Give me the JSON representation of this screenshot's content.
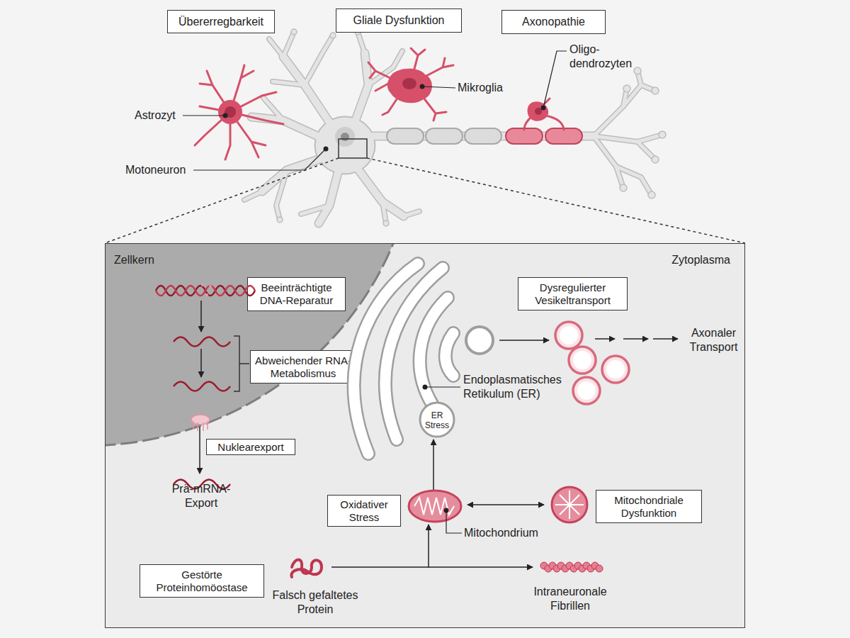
{
  "diagram": {
    "nodes": [
      {
        "text": [
          "Übererregbarkeit"
        ]
      },
      {
        "text": [
          "Gliale Dysfunktion"
        ]
      },
      {
        "text": [
          "Axonopathie"
        ]
      },
      {
        "text": [
          "Zytoplasma"
        ]
      },
      {
        "text": [
          "Zellkern"
        ],
        "in": 3
      },
      {
        "text": [
          "Beeinträchtigte DNA-Reparatur"
        ],
        "in": 4
      },
      {
        "text": [
          "Abweichender RNA- Metabolismus"
        ],
        "in": 4
      },
      {
        "text": [
          "Nuklearexport"
        ],
        "in": 3
      },
      {
        "text": [
          "Dysregulierter Vesikeltransport"
        ],
        "in": 3
      },
      {
        "text": [
          "Oxidativer Stress"
        ],
        "in": 3
      },
      {
        "text": [
          "Mitochondriale Dysfunktion"
        ],
        "in": 3
      },
      {
        "text": [
          "Gestörte Proteinhomöostase"
        ],
        "in": 3
      }
    ],
    "labels": [
      "Oligo- dendrozyten",
      "Mikroglia",
      "Astrozyt",
      "Motoneuron",
      "Axonaler Transport",
      "Endoplasmatisches Retikulum (ER)",
      "ER Stress",
      "Prä-mRNA- Export",
      "Mitochondrium",
      "Intraneuronale Fibrillen",
      "Falsch gefaltetes Protein"
    ]
  }
}
